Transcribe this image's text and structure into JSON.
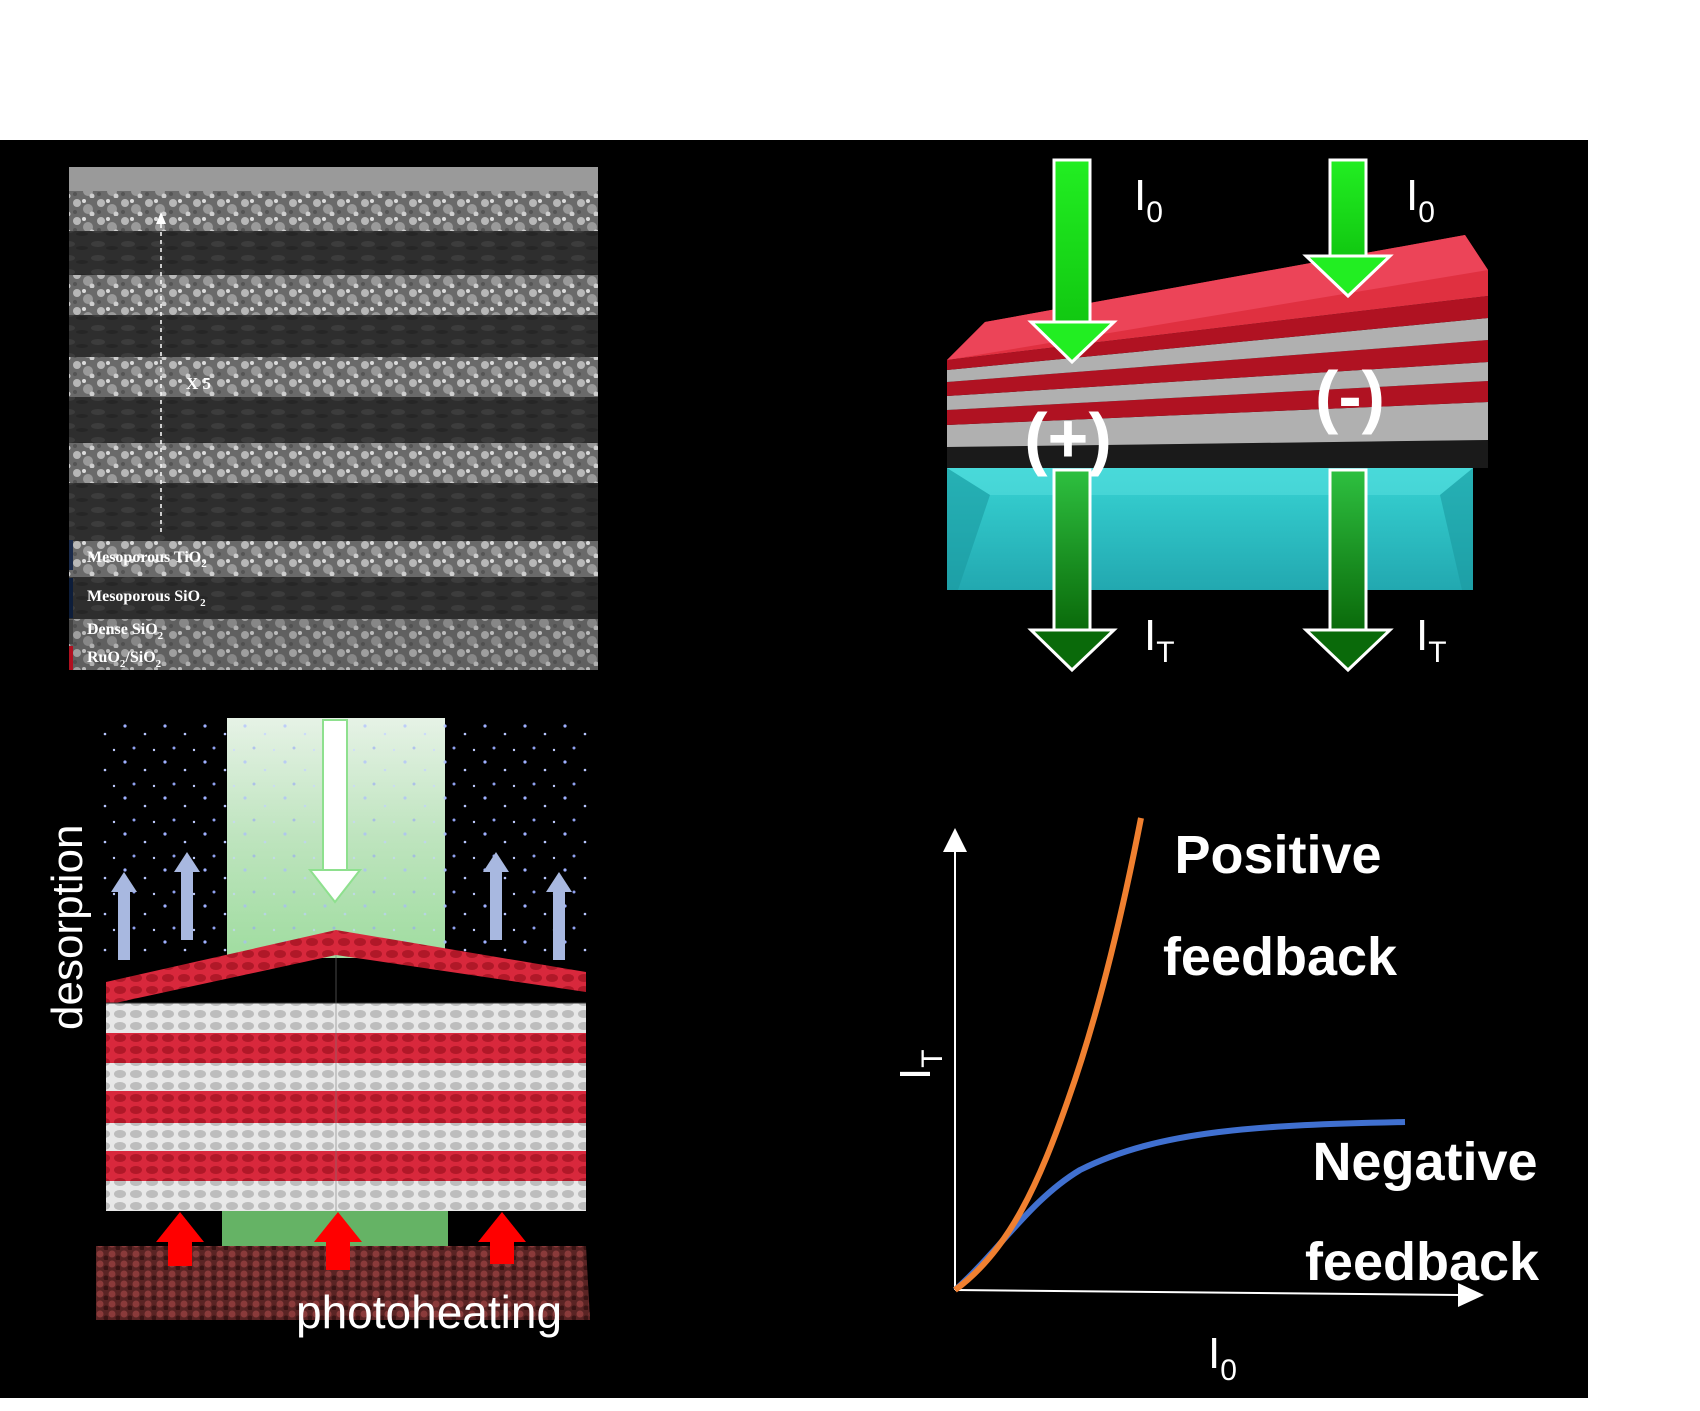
{
  "sem": {
    "repeat_label": "X 5",
    "layers": [
      {
        "name": "Mesoporous TiO",
        "sub": "2"
      },
      {
        "name": "Mesoporous SiO",
        "sub": "2"
      },
      {
        "name": "Dense SiO",
        "sub": "2"
      },
      {
        "name": "RuO",
        "sub": "2",
        "tail": "/SiO",
        "sub2": "2"
      }
    ],
    "legend_colors": [
      "#1a2a4a",
      "#0d1d3a",
      "#444444",
      "#b01020"
    ]
  },
  "stack_diagram": {
    "incident_symbol": "I",
    "incident_sub": "0",
    "transmitted_symbol": "I",
    "transmitted_sub": "T",
    "positive_sign": "(+)",
    "negative_sign": "(-)",
    "colors": {
      "layer_red": "#c8102e",
      "layer_gray": "#b0b0b0",
      "substrate": "#2ec4c4",
      "beam": "#22ee22",
      "beam_dark": "#0a6a0a"
    }
  },
  "photothermal": {
    "up_label": "desorption",
    "bottom_label": "photoheating",
    "colors": {
      "red_layer": "#d8283c",
      "white_layer": "#e4e4e4",
      "arrow_red": "#ff0000",
      "arrow_blue": "#a8b8e0"
    }
  },
  "feedback_plot": {
    "y_axis": "I",
    "y_sub": "T",
    "x_axis": "I",
    "x_sub": "0",
    "positive": {
      "line1": "Positive",
      "line2": "feedback",
      "color": "#f08030"
    },
    "negative": {
      "line1": "Negative",
      "line2": "feedback",
      "color": "#4070d0"
    }
  }
}
